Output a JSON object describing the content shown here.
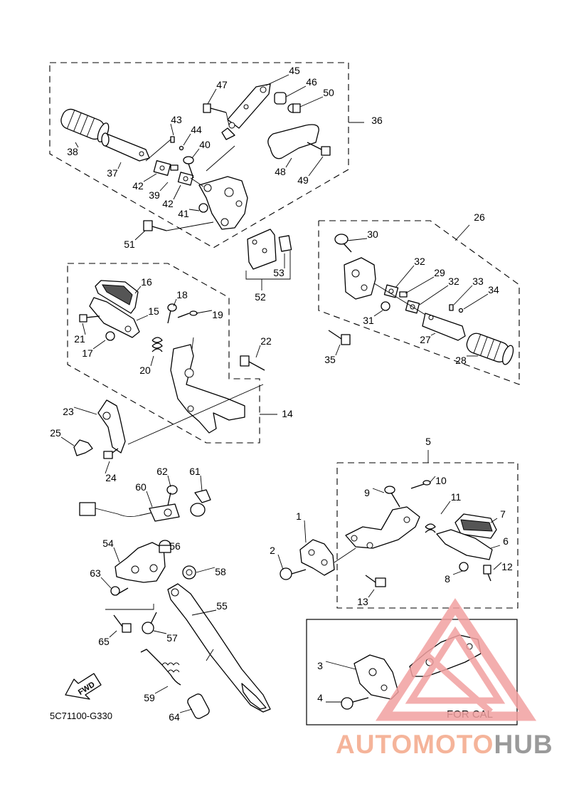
{
  "diagram_code": "5C71100-G330",
  "variant_label": "FOR CAL",
  "fwd_label": "FWD",
  "watermark": {
    "part1": "AUTOMOTO",
    "part2": "HUB",
    "color1": "#f5b49a",
    "color2": "#9a9a9a",
    "triangle_color": "#f2a0a0"
  },
  "callouts": [
    "1",
    "2",
    "3",
    "4",
    "5",
    "6",
    "7",
    "8",
    "9",
    "10",
    "11",
    "12",
    "13",
    "14",
    "15",
    "16",
    "17",
    "18",
    "19",
    "20",
    "21",
    "22",
    "23",
    "24",
    "25",
    "26",
    "27",
    "28",
    "29",
    "30",
    "31",
    "32",
    "32b",
    "33",
    "34",
    "35",
    "36",
    "37",
    "38",
    "39",
    "40",
    "41",
    "42",
    "42b",
    "43",
    "44",
    "45",
    "46",
    "47",
    "48",
    "49",
    "50",
    "51",
    "52",
    "53",
    "54",
    "55",
    "56",
    "57",
    "58",
    "59",
    "60",
    "61",
    "62",
    "63",
    "64",
    "65"
  ],
  "labels": {
    "1": "1",
    "2": "2",
    "3": "3",
    "4": "4",
    "5": "5",
    "6": "6",
    "7": "7",
    "8": "8",
    "9": "9",
    "10": "10",
    "11": "11",
    "12": "12",
    "13": "13",
    "14": "14",
    "15": "15",
    "16": "16",
    "17": "17",
    "18": "18",
    "19": "19",
    "20": "20",
    "21": "21",
    "22": "22",
    "23": "23",
    "24": "24",
    "25": "25",
    "26": "26",
    "27": "27",
    "28": "28",
    "29": "29",
    "30": "30",
    "31": "31",
    "32": "32",
    "32b": "32",
    "33": "33",
    "34": "34",
    "35": "35",
    "36": "36",
    "37": "37",
    "38": "38",
    "39": "39",
    "40": "40",
    "41": "41",
    "42": "42",
    "42b": "42",
    "43": "43",
    "44": "44",
    "45": "45",
    "46": "46",
    "47": "47",
    "48": "48",
    "49": "49",
    "50": "50",
    "51": "51",
    "52": "52",
    "53": "53",
    "54": "54",
    "55": "55",
    "56": "56",
    "57": "57",
    "58": "58",
    "59": "59",
    "60": "60",
    "61": "61",
    "62": "62",
    "63": "63",
    "64": "64",
    "65": "65"
  }
}
